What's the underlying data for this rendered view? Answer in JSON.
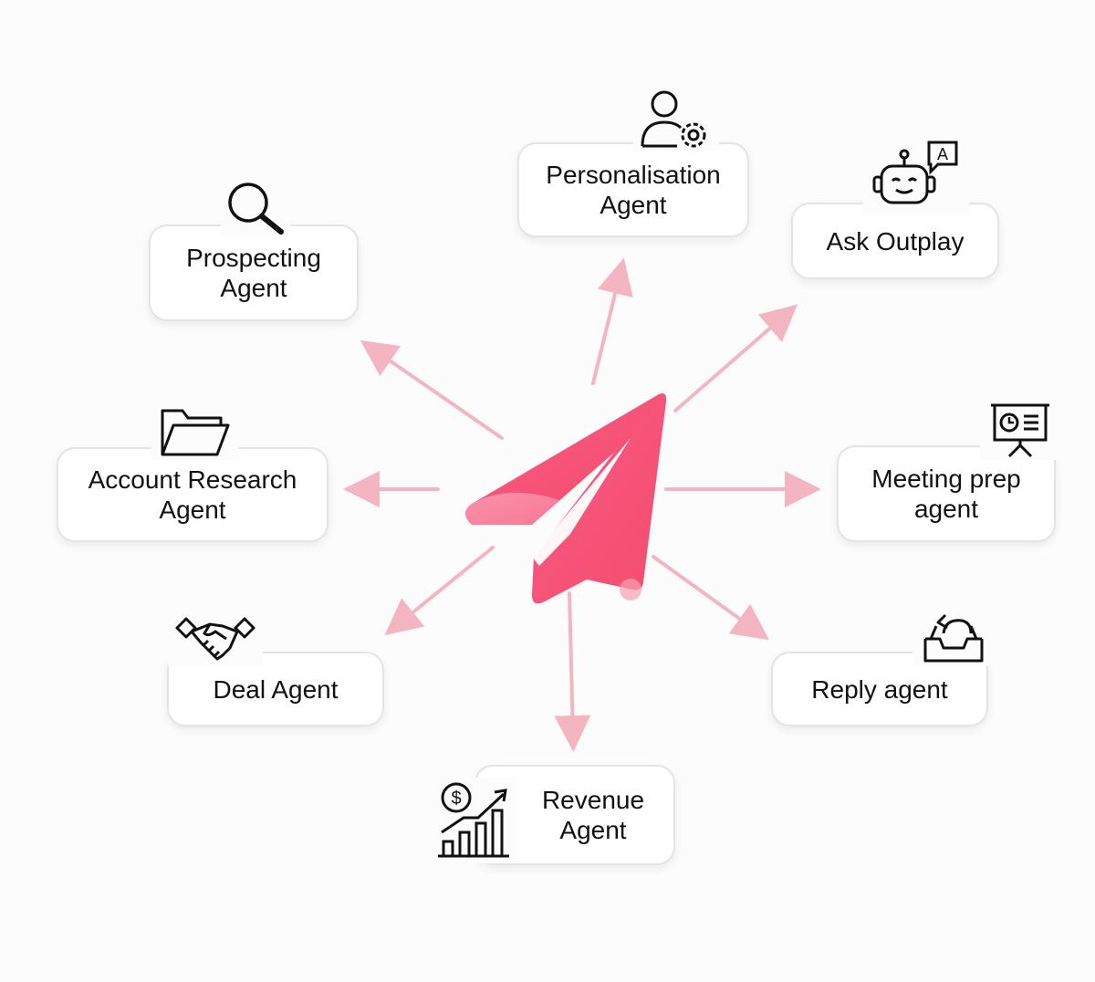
{
  "colors": {
    "accent": "#f0506e",
    "accent_light": "#f7a1b4",
    "arrow": "#f3b5c2",
    "bubble_border": "#e4e4e4",
    "text": "#111111"
  },
  "center": {
    "icon": "paper-plane-logo-icon"
  },
  "agents": [
    {
      "id": "prospecting",
      "label": "Prospecting\nAgent",
      "icon": "magnifier-icon"
    },
    {
      "id": "personalisation",
      "label": "Personalisation\nAgent",
      "icon": "user-gear-icon"
    },
    {
      "id": "ask-outplay",
      "label": "Ask Outplay",
      "icon": "robot-chat-icon"
    },
    {
      "id": "account-research",
      "label": "Account Research\nAgent",
      "icon": "folder-icon"
    },
    {
      "id": "meeting-prep",
      "label": "Meeting prep\nagent",
      "icon": "presentation-board-icon"
    },
    {
      "id": "deal",
      "label": "Deal Agent",
      "icon": "handshake-icon"
    },
    {
      "id": "reply",
      "label": "Reply agent",
      "icon": "inbox-reply-icon"
    },
    {
      "id": "revenue",
      "label": "Revenue\nAgent",
      "icon": "revenue-growth-chart-icon"
    }
  ]
}
